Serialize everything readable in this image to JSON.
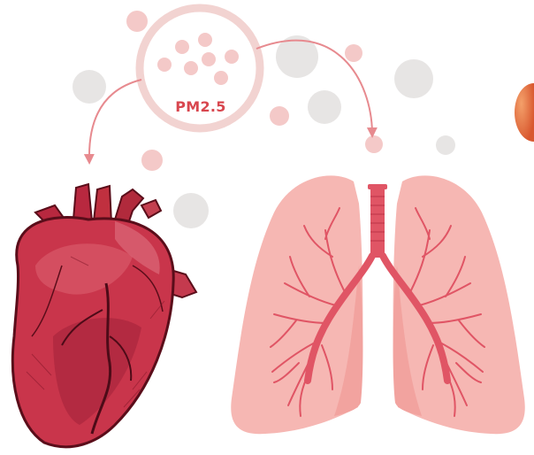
{
  "pm_label": "PM2.5",
  "colors": {
    "particle_pink": "#f4c9c8",
    "particle_gray": "#e7e5e4",
    "arrow": "#e78a8f",
    "label": "#d8474f",
    "lung_fill": "#f6b7b3",
    "lung_shadow": "#f2a39f",
    "airway": "#e05565",
    "heart_main": "#c9354b",
    "heart_dark": "#7d1426"
  },
  "icons": [
    "pm25-particle-circle",
    "heart-icon",
    "lungs-icon",
    "arrow-to-heart",
    "arrow-to-lungs"
  ]
}
